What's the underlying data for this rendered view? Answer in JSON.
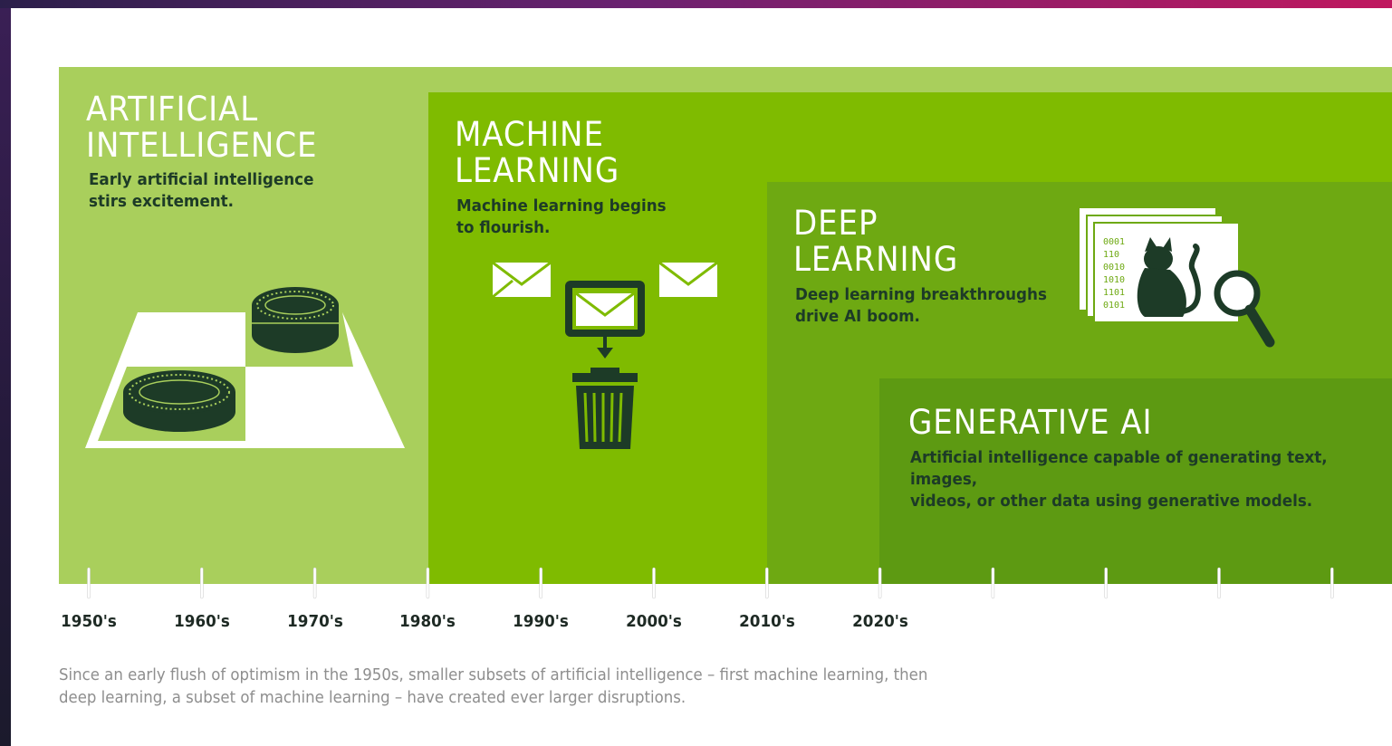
{
  "colors": {
    "ai": "#a9cf5c",
    "ml": "#7fbb00",
    "dl": "#6ea912",
    "gen": "#5d9a12",
    "icon_dark": "#1d3b27"
  },
  "eras": [
    {
      "title": "ARTIFICIAL\nINTELLIGENCE",
      "description": "Early artificial intelligence\nstirs excitement."
    },
    {
      "title": "MACHINE\nLEARNING",
      "description": "Machine learning begins\nto flourish."
    },
    {
      "title": "DEEP\nLEARNING",
      "description": "Deep learning breakthroughs\ndrive AI boom."
    },
    {
      "title": "GENERATIVE AI",
      "description": "Artificial intelligence capable of generating text, images,\nvideos, or other data using generative models."
    }
  ],
  "icons": {
    "ai": "checkers-icon",
    "ml": "email-filter-icon",
    "dl": "cat-recognition-icon"
  },
  "dl_code_lines": [
    "0001",
    "110",
    "0010",
    "1010",
    "1101",
    "0101"
  ],
  "timeline": {
    "labels": [
      "1950's",
      "1960's",
      "1970's",
      "1980's",
      "1990's",
      "2000's",
      "2010's",
      "2020's",
      "",
      "",
      "",
      ""
    ]
  },
  "caption": "Since an early flush of optimism in the 1950s, smaller subsets of artificial intelligence – first machine learning, then\ndeep learning, a subset of machine learning – have created ever larger disruptions."
}
